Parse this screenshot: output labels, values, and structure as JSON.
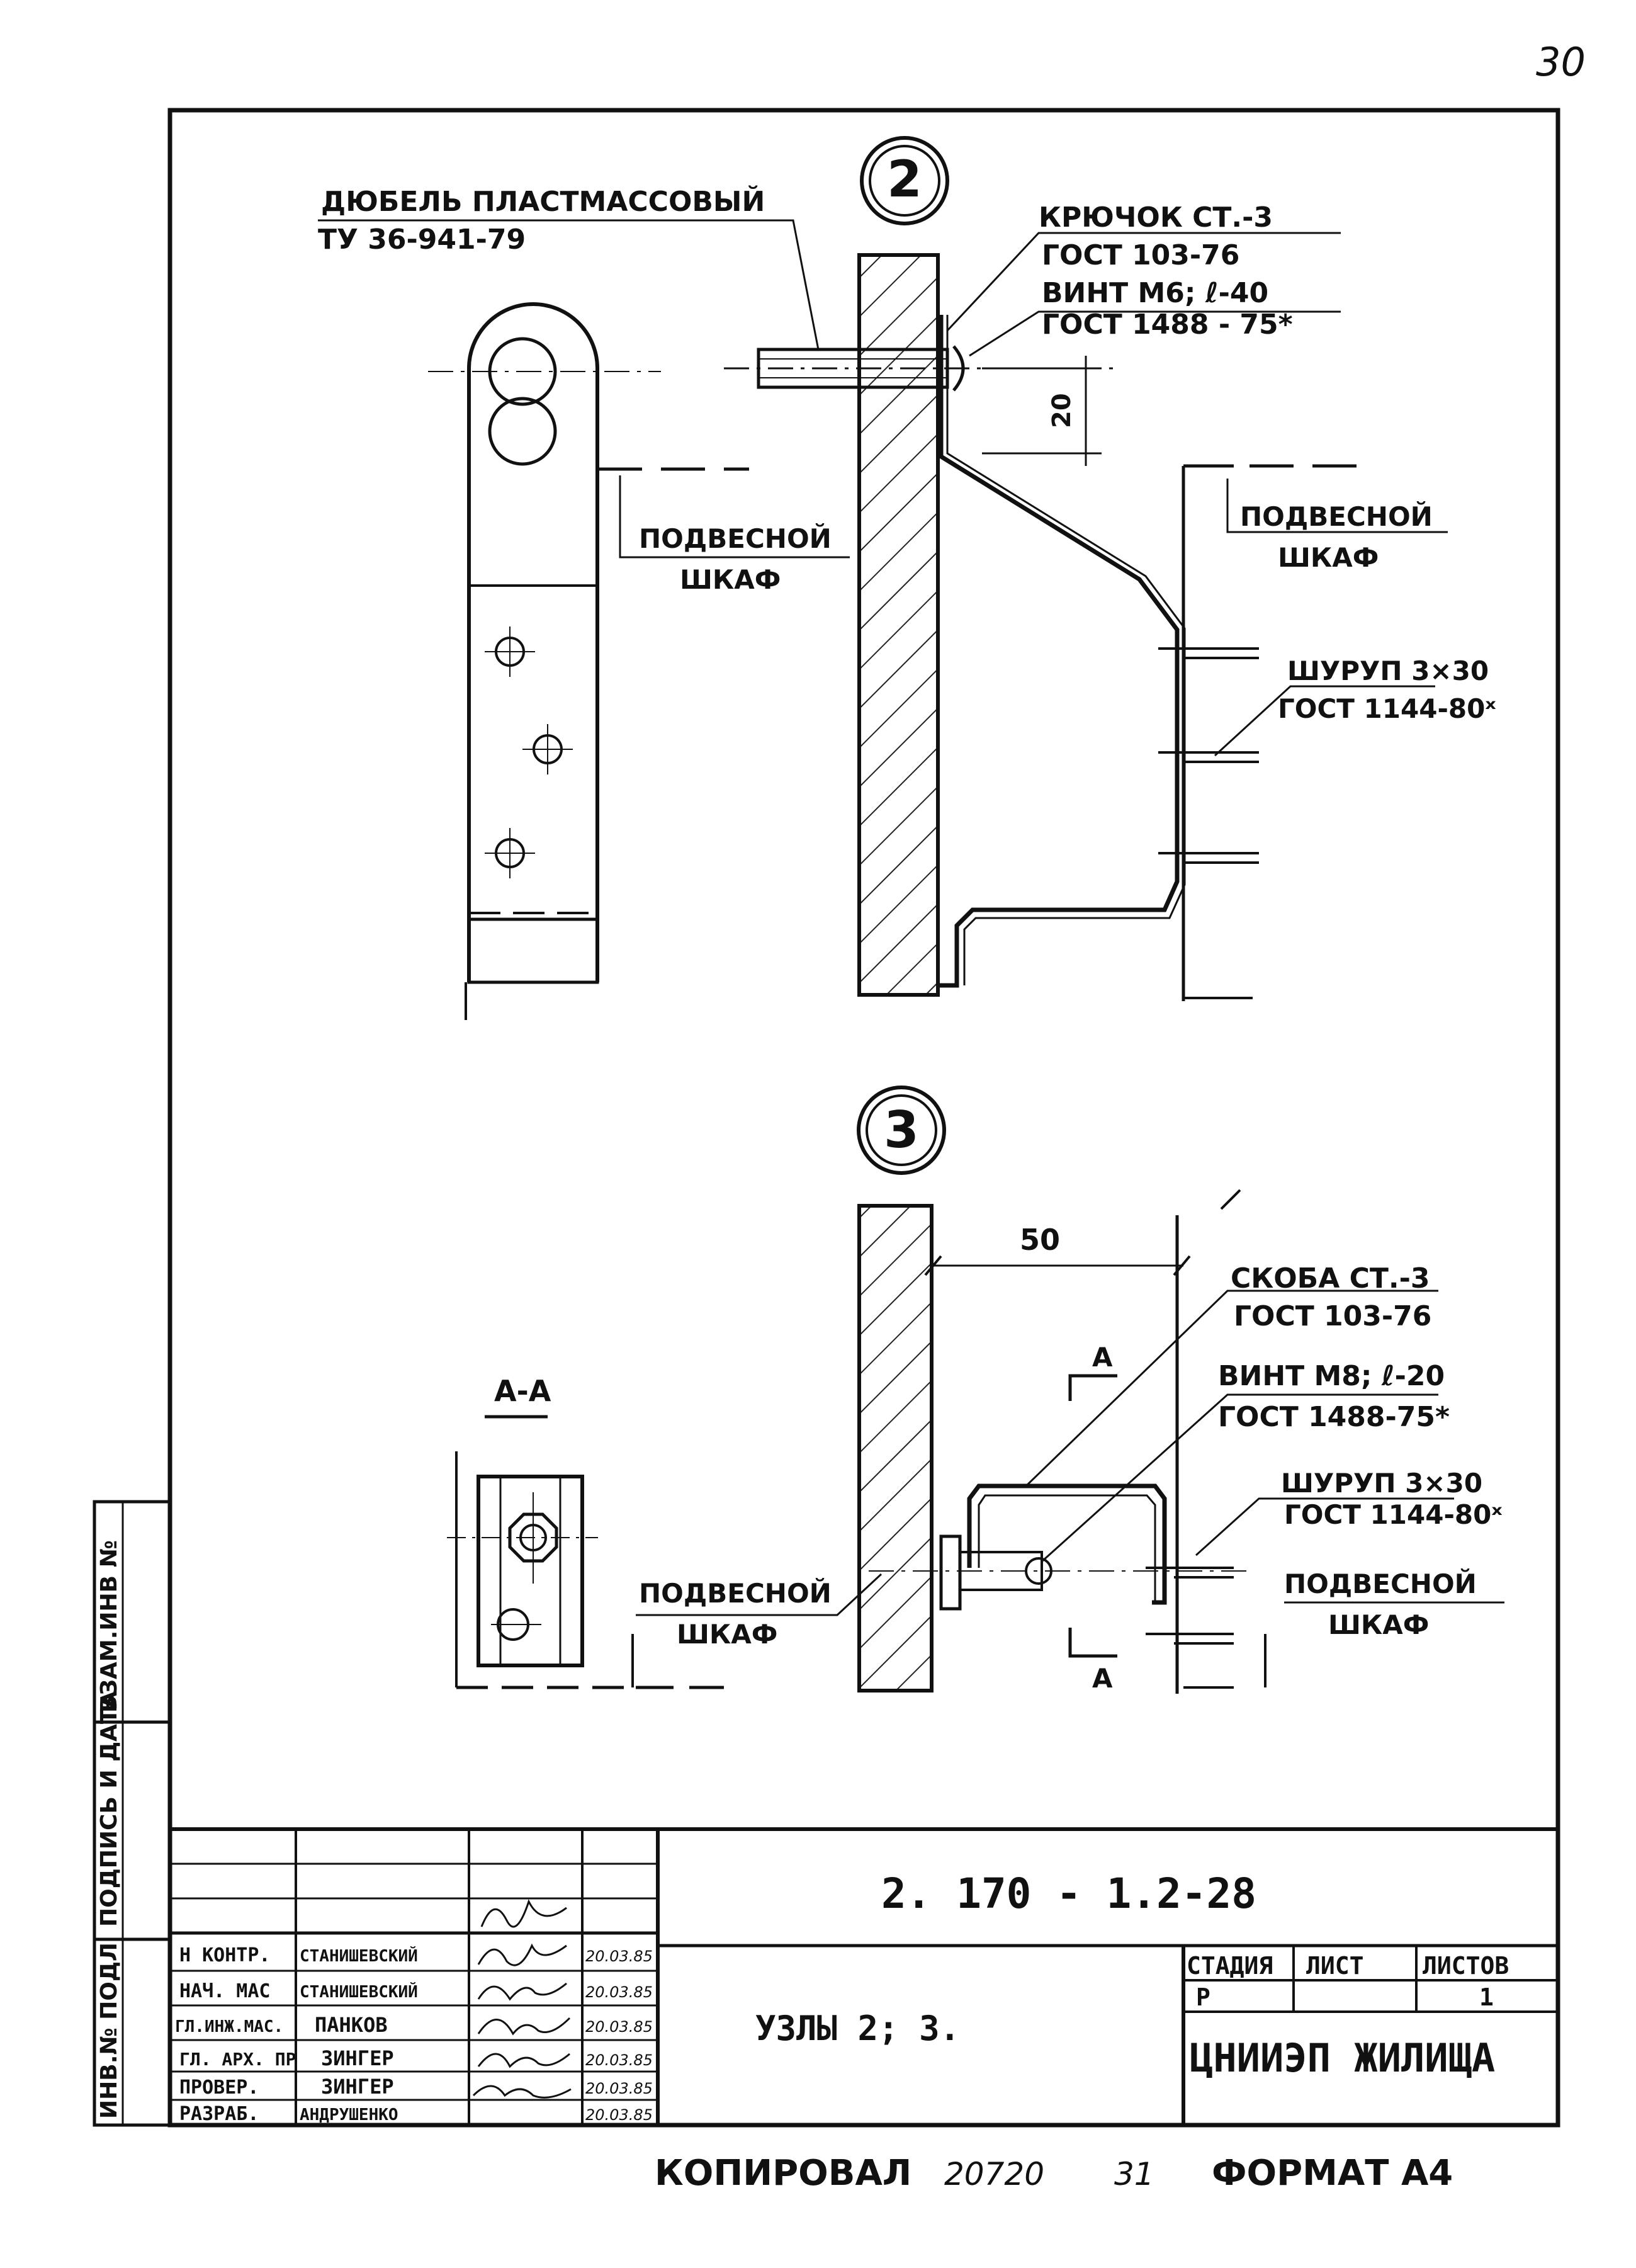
{
  "sheet": {
    "page_number": "30",
    "copied_label": "КОПИРОВАЛ",
    "copy_no": "20720",
    "copy_sheet": "31",
    "format": "ФОРМАТ А4"
  },
  "side_stamp": {
    "inv_podl": "ИНВ.№ ПОДЛ",
    "sign_date": "ПОДПИСЬ И ДАТА",
    "vzam_inv": "ВЗАМ.ИНВ №"
  },
  "node2": {
    "number": "2",
    "dowel_name": "ДЮБЕЛЬ ПЛАСТМАССОВЫЙ",
    "dowel_std": "ТУ 36-941-79",
    "hook_name": "КРЮЧОК СТ.-3",
    "hook_std": "ГОСТ 103-76",
    "screw_name": "ВИНТ М6; ℓ-40",
    "screw_std": "ГОСТ 1488 - 75*",
    "dim_20": "20",
    "cabinet_left_1": "ПОДВЕСНОЙ",
    "cabinet_left_2": "ШКАФ",
    "cabinet_right_1": "ПОДВЕСНОЙ",
    "cabinet_right_2": "ШКАФ",
    "wood_screw_name": "ШУРУП 3×30",
    "wood_screw_std": "ГОСТ 1144-80ˣ"
  },
  "node3": {
    "number": "3",
    "section_title": "А-А",
    "dim_50": "50",
    "bracket_name": "СКОБА СТ.-3",
    "bracket_std": "ГОСТ 103-76",
    "screw_name": "ВИНТ М8; ℓ-20",
    "screw_std": "ГОСТ 1488-75*",
    "wood_screw_name": "ШУРУП 3×30",
    "wood_screw_std": "ГОСТ 1144-80ˣ",
    "cabinet_left_1": "ПОДВЕСНОЙ",
    "cabinet_left_2": "ШКАФ",
    "cabinet_right_1": "ПОДВЕСНОЙ",
    "cabinet_right_2": "ШКАФ",
    "cut_mark_top": "А",
    "cut_mark_bottom": "А"
  },
  "title_block": {
    "code": "2. 170 - 1.2-28",
    "title": "УЗЛЫ 2; 3.",
    "roles": [
      "Н КОНТР.",
      "НАЧ. МАС",
      "ГЛ.ИНЖ.МАС.",
      "ГЛ. АРХ. ПР",
      "ПРОВЕР.",
      "РАЗРАБ."
    ],
    "names": [
      "СТАНИШЕВСКИЙ",
      "СТАНИШЕВСКИЙ",
      "ПАНКОВ",
      "ЗИНГЕР",
      "ЗИНГЕР",
      "АНДРУШЕНКО"
    ],
    "dates": [
      "20.03.85",
      "20.03.85",
      "20.03.85",
      "20.03.85",
      "20.03.85",
      "20.03.85"
    ],
    "stage_header": "СТАДИЯ",
    "sheet_header": "ЛИСТ",
    "sheets_header": "ЛИСТОВ",
    "stage_value": "Р",
    "sheet_value": "",
    "sheets_value": "1",
    "organization": "ЦНИИЭП ЖИЛИЩА"
  }
}
